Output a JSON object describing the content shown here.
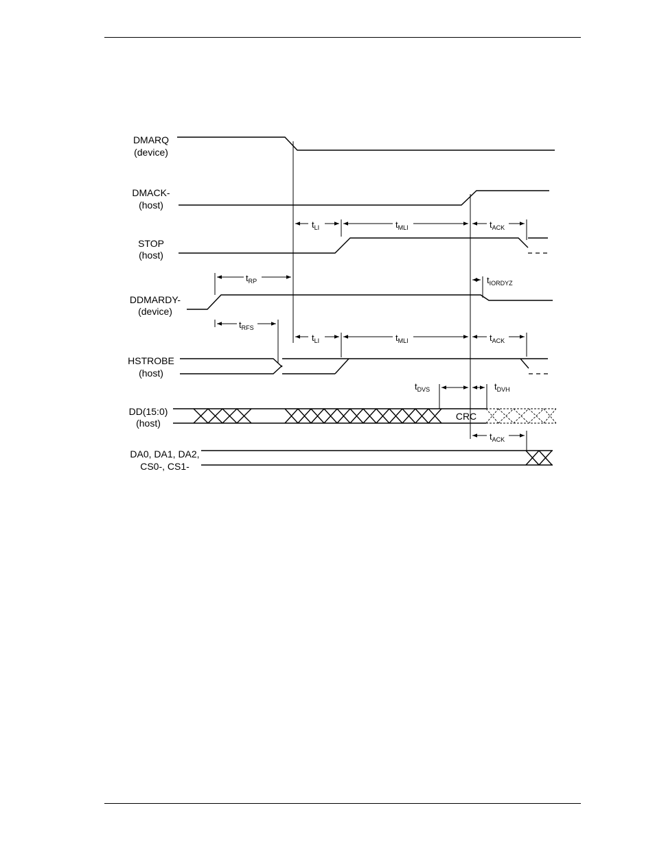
{
  "signals": [
    {
      "id": "dmarq",
      "name": "DMARQ",
      "source": "(device)"
    },
    {
      "id": "dmack",
      "name": "DMACK-",
      "source": "(host)"
    },
    {
      "id": "stop",
      "name": "STOP",
      "source": "(host)"
    },
    {
      "id": "ddmardy",
      "name": "DDMARDY-",
      "source": "(device)"
    },
    {
      "id": "hstrobe",
      "name": "HSTROBE",
      "source": "(host)"
    },
    {
      "id": "dd",
      "name": "DD(15:0)",
      "source": "(host)"
    },
    {
      "id": "da",
      "name": "DA0, DA1, DA2,",
      "source": "CS0-, CS1-"
    }
  ],
  "timing": {
    "t": "t",
    "li": "LI",
    "mli": "MLI",
    "ack": "ACK",
    "rp": "RP",
    "rfs": "RFS",
    "iordyz": "IORDYZ",
    "dvs": "DVS",
    "dvh": "DVH"
  },
  "data_bus": {
    "crc_label": "CRC"
  }
}
